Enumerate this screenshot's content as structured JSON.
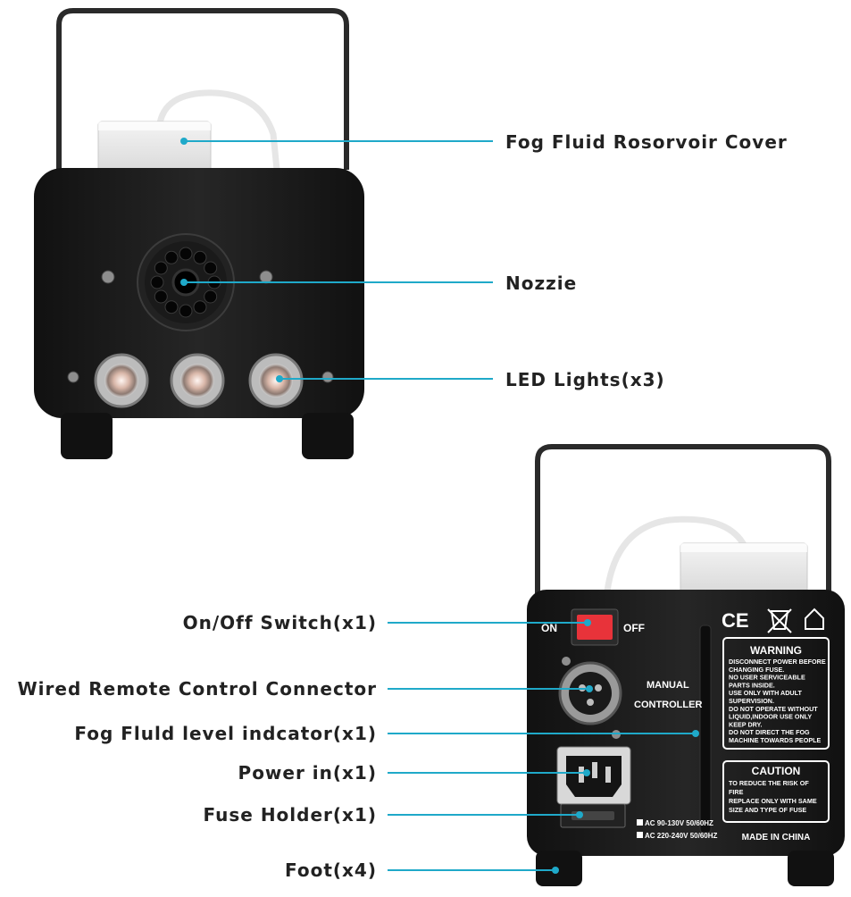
{
  "colors": {
    "leader": "#1fa9c9",
    "housing": "#1b1b1b",
    "background": "#ffffff",
    "label_text": "#222222",
    "switch": "#e8333a"
  },
  "front_view": {
    "labels": {
      "reservoir_cover": "Fog Fluid Rosorvoir Cover",
      "nozzle": "Nozzie",
      "led_lights": "LED Lights(x3)"
    }
  },
  "back_view": {
    "labels": {
      "switch": "On/Off Switch(x1)",
      "remote_connector": "Wired Remote Control Connector",
      "level_indicator": "Fog Fluld level indcator(x1)",
      "power_in": "Power in(x1)",
      "fuse_holder": "Fuse Holder(x1)",
      "foot": "Foot(x4)"
    },
    "panel": {
      "on": "ON",
      "off": "OFF",
      "manual": "MANUAL",
      "controller": "CONTROLLER",
      "ce": "CE",
      "voltage_1": "AC 90-130V 50/60HZ",
      "voltage_2": "AC 220-240V 50/60HZ",
      "made_in": "MADE IN CHINA"
    },
    "warning": {
      "title": "WARNING",
      "lines": [
        "DISCONNECT POWER BEFORE",
        "CHANGING FUSE.",
        "NO USER SERVICEABLE",
        "PARTS INSIDE.",
        "USE ONLY WITH ADULT",
        "SUPERVISION.",
        "DO NOT OPERATE WITHOUT",
        "LIQUID,INDOOR USE ONLY",
        "KEEP DRY.",
        "DO NOT DIRECT THE FOG",
        "MACHINE TOWARDS PEOPLE"
      ]
    },
    "caution": {
      "title": "CAUTION",
      "lines": [
        "TO REDUCE THE RISK OF",
        "FIRE",
        "REPLACE ONLY WITH SAME",
        "SIZE AND TYPE OF FUSE"
      ]
    }
  }
}
